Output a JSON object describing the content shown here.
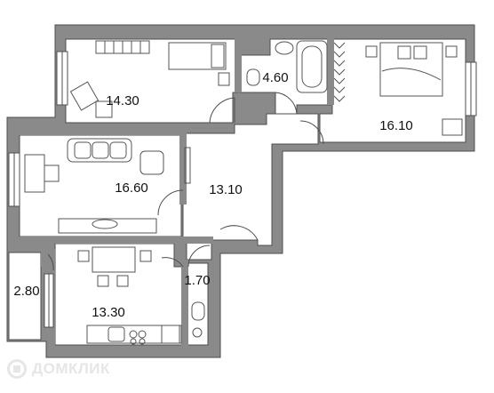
{
  "rooms": [
    {
      "id": "bedroom-1",
      "area": "14.30"
    },
    {
      "id": "bathroom",
      "area": "4.60"
    },
    {
      "id": "bedroom-2",
      "area": "16.10"
    },
    {
      "id": "living-room",
      "area": "16.60"
    },
    {
      "id": "hallway",
      "area": "13.10"
    },
    {
      "id": "storage",
      "area": "2.80"
    },
    {
      "id": "toilet",
      "area": "1.70"
    },
    {
      "id": "kitchen",
      "area": "13.30"
    }
  ],
  "watermark": {
    "text": "ДОМКЛИК"
  },
  "colors": {
    "wall": "#8a8a8a",
    "wall_edge": "#4d4d4d",
    "floor": "#ffffff",
    "window": "#ffffff",
    "furniture": "#555555"
  }
}
